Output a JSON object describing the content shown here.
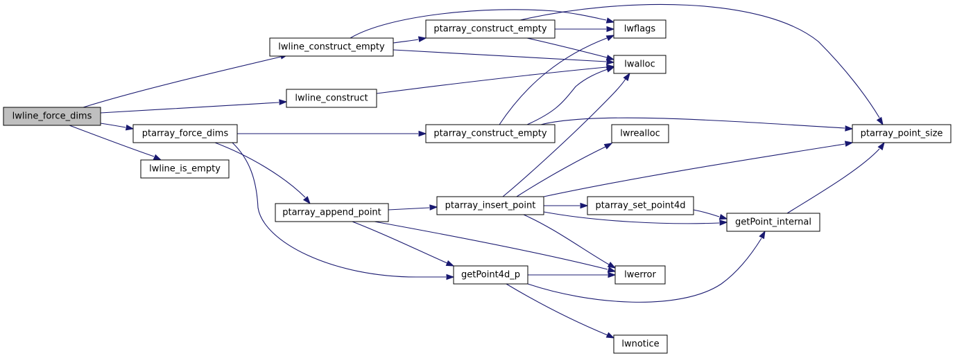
{
  "graph": {
    "root": "lwline_force_dims",
    "nodes": {
      "lwline_force_dims": "lwline_force_dims",
      "lwline_construct_empty": "lwline_construct_empty",
      "lwline_construct": "lwline_construct",
      "ptarray_force_dims": "ptarray_force_dims",
      "lwline_is_empty": "lwline_is_empty",
      "ptarray_construct_empty_top": "ptarray_construct_empty",
      "ptarray_construct_empty_mid": "ptarray_construct_empty",
      "ptarray_append_point": "ptarray_append_point",
      "ptarray_insert_point": "ptarray_insert_point",
      "ptarray_set_point4d": "ptarray_set_point4d",
      "getPoint4d_p": "getPoint4d_p",
      "getPoint_internal": "getPoint_internal",
      "ptarray_point_size": "ptarray_point_size",
      "lwflags": "lwflags",
      "lwalloc": "lwalloc",
      "lwrealloc": "lwrealloc",
      "lwerror": "lwerror",
      "lwnotice": "lwnotice"
    },
    "edges": [
      [
        "lwline_force_dims",
        "lwline_construct_empty"
      ],
      [
        "lwline_force_dims",
        "lwline_construct"
      ],
      [
        "lwline_force_dims",
        "ptarray_force_dims"
      ],
      [
        "lwline_force_dims",
        "lwline_is_empty"
      ],
      [
        "lwline_construct_empty",
        "ptarray_construct_empty_top"
      ],
      [
        "lwline_construct_empty",
        "lwflags"
      ],
      [
        "lwline_construct_empty",
        "lwalloc"
      ],
      [
        "ptarray_construct_empty_top",
        "lwflags"
      ],
      [
        "ptarray_construct_empty_top",
        "lwalloc"
      ],
      [
        "ptarray_construct_empty_top",
        "ptarray_point_size"
      ],
      [
        "lwline_construct",
        "lwalloc"
      ],
      [
        "ptarray_force_dims",
        "ptarray_construct_empty_mid"
      ],
      [
        "ptarray_force_dims",
        "ptarray_append_point"
      ],
      [
        "ptarray_force_dims",
        "getPoint4d_p"
      ],
      [
        "ptarray_construct_empty_mid",
        "lwflags"
      ],
      [
        "ptarray_construct_empty_mid",
        "lwalloc"
      ],
      [
        "ptarray_construct_empty_mid",
        "ptarray_point_size"
      ],
      [
        "ptarray_append_point",
        "ptarray_insert_point"
      ],
      [
        "ptarray_append_point",
        "getPoint4d_p"
      ],
      [
        "ptarray_append_point",
        "lwerror"
      ],
      [
        "ptarray_insert_point",
        "lwalloc"
      ],
      [
        "ptarray_insert_point",
        "lwrealloc"
      ],
      [
        "ptarray_insert_point",
        "ptarray_point_size"
      ],
      [
        "ptarray_insert_point",
        "ptarray_set_point4d"
      ],
      [
        "ptarray_insert_point",
        "getPoint_internal"
      ],
      [
        "ptarray_insert_point",
        "lwerror"
      ],
      [
        "ptarray_set_point4d",
        "getPoint_internal"
      ],
      [
        "getPoint4d_p",
        "lwerror"
      ],
      [
        "getPoint4d_p",
        "getPoint_internal"
      ],
      [
        "getPoint4d_p",
        "lwnotice"
      ],
      [
        "getPoint_internal",
        "ptarray_point_size"
      ]
    ]
  }
}
